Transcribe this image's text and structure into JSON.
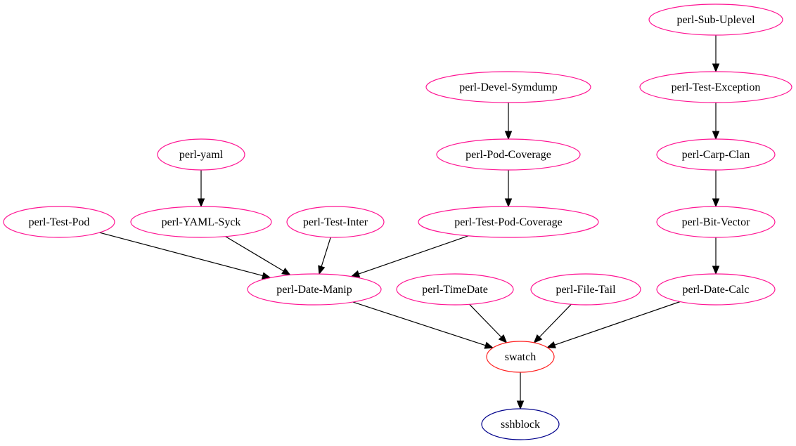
{
  "graph": {
    "colors": {
      "default_border": "#ff1493",
      "target_border": "#ff2020",
      "leaf_border": "#00008b",
      "edge": "#000000"
    },
    "nodes": [
      {
        "id": "perl-sub-uplevel",
        "label": "perl-Sub-Uplevel",
        "border": "default_border"
      },
      {
        "id": "perl-test-exception",
        "label": "perl-Test-Exception",
        "border": "default_border"
      },
      {
        "id": "perl-devel-symdump",
        "label": "perl-Devel-Symdump",
        "border": "default_border"
      },
      {
        "id": "perl-yaml",
        "label": "perl-yaml",
        "border": "default_border"
      },
      {
        "id": "perl-pod-coverage",
        "label": "perl-Pod-Coverage",
        "border": "default_border"
      },
      {
        "id": "perl-carp-clan",
        "label": "perl-Carp-Clan",
        "border": "default_border"
      },
      {
        "id": "perl-test-pod",
        "label": "perl-Test-Pod",
        "border": "default_border"
      },
      {
        "id": "perl-yaml-syck",
        "label": "perl-YAML-Syck",
        "border": "default_border"
      },
      {
        "id": "perl-test-inter",
        "label": "perl-Test-Inter",
        "border": "default_border"
      },
      {
        "id": "perl-test-pod-coverage",
        "label": "perl-Test-Pod-Coverage",
        "border": "default_border"
      },
      {
        "id": "perl-bit-vector",
        "label": "perl-Bit-Vector",
        "border": "default_border"
      },
      {
        "id": "perl-date-manip",
        "label": "perl-Date-Manip",
        "border": "default_border"
      },
      {
        "id": "perl-timedate",
        "label": "perl-TimeDate",
        "border": "default_border"
      },
      {
        "id": "perl-file-tail",
        "label": "perl-File-Tail",
        "border": "default_border"
      },
      {
        "id": "perl-date-calc",
        "label": "perl-Date-Calc",
        "border": "default_border"
      },
      {
        "id": "swatch",
        "label": "swatch",
        "border": "target_border"
      },
      {
        "id": "sshblock",
        "label": "sshblock",
        "border": "leaf_border"
      }
    ],
    "edges": [
      {
        "from": "perl-sub-uplevel",
        "to": "perl-test-exception"
      },
      {
        "from": "perl-test-exception",
        "to": "perl-carp-clan"
      },
      {
        "from": "perl-carp-clan",
        "to": "perl-bit-vector"
      },
      {
        "from": "perl-bit-vector",
        "to": "perl-date-calc"
      },
      {
        "from": "perl-devel-symdump",
        "to": "perl-pod-coverage"
      },
      {
        "from": "perl-pod-coverage",
        "to": "perl-test-pod-coverage"
      },
      {
        "from": "perl-yaml",
        "to": "perl-yaml-syck"
      },
      {
        "from": "perl-test-pod",
        "to": "perl-date-manip"
      },
      {
        "from": "perl-yaml-syck",
        "to": "perl-date-manip"
      },
      {
        "from": "perl-test-inter",
        "to": "perl-date-manip"
      },
      {
        "from": "perl-test-pod-coverage",
        "to": "perl-date-manip"
      },
      {
        "from": "perl-date-manip",
        "to": "swatch"
      },
      {
        "from": "perl-timedate",
        "to": "swatch"
      },
      {
        "from": "perl-file-tail",
        "to": "swatch"
      },
      {
        "from": "perl-date-calc",
        "to": "swatch"
      },
      {
        "from": "swatch",
        "to": "sshblock"
      }
    ]
  }
}
